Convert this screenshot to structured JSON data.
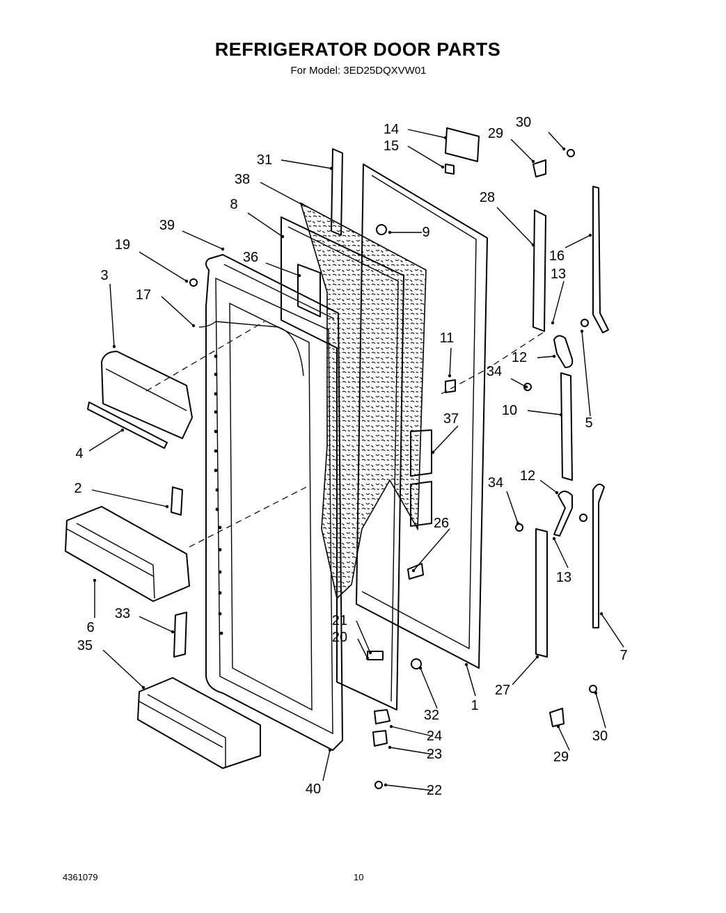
{
  "header": {
    "title": "REFRIGERATOR DOOR PARTS",
    "subtitle": "For Model: 3ED25DQXVW01"
  },
  "callouts": [
    "1",
    "2",
    "3",
    "4",
    "5",
    "6",
    "7",
    "8",
    "9",
    "10",
    "11",
    "12",
    "12",
    "13",
    "13",
    "14",
    "15",
    "16",
    "17",
    "19",
    "20",
    "21",
    "22",
    "23",
    "24",
    "26",
    "27",
    "28",
    "29",
    "29",
    "30",
    "30",
    "31",
    "32",
    "33",
    "34",
    "34",
    "35",
    "36",
    "37",
    "38",
    "39",
    "40"
  ],
  "footer": {
    "doc_number": "4361079",
    "page_number": "10"
  }
}
